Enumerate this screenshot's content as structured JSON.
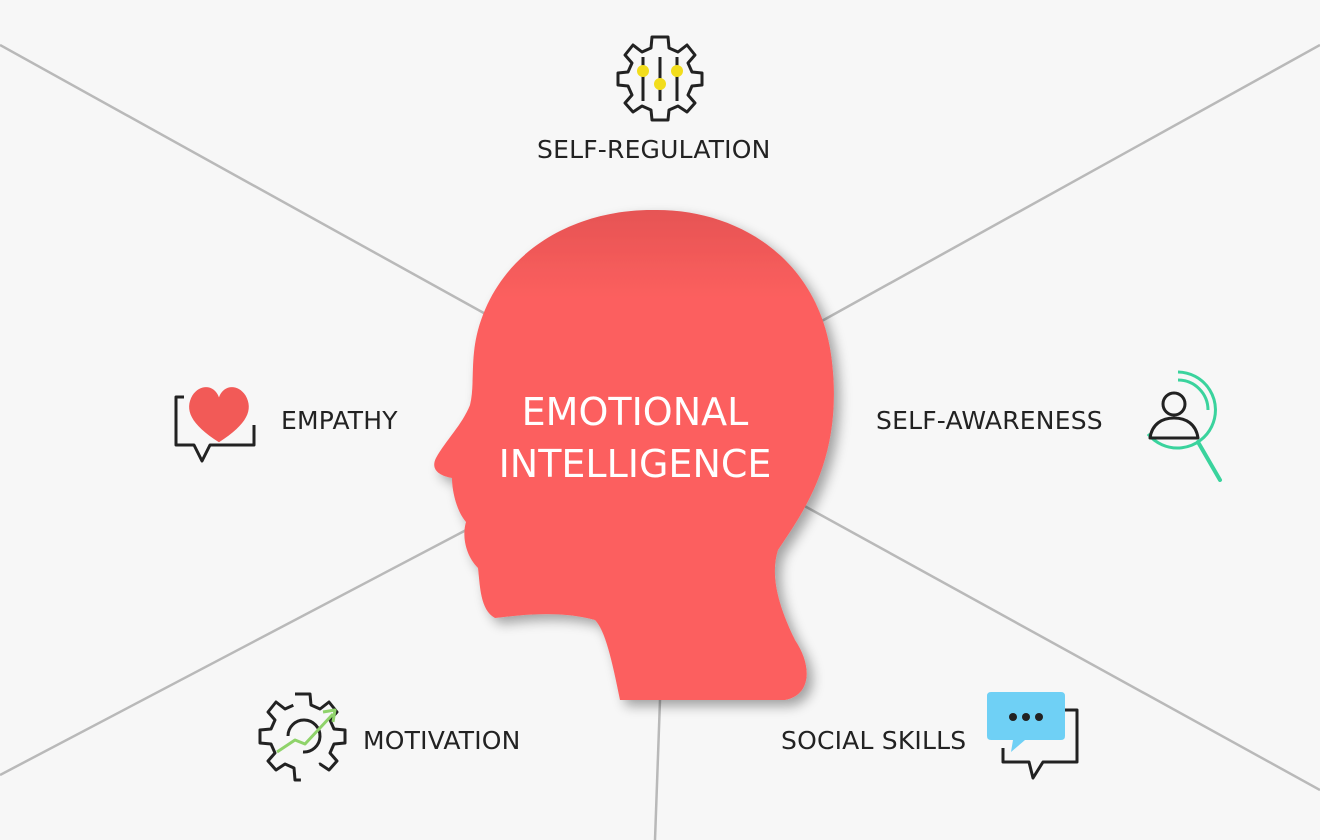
{
  "center": {
    "title_line1": "EMOTIONAL",
    "title_line2": "INTELLIGENCE"
  },
  "items": {
    "self_regulation": "SELF-REGULATION",
    "self_awareness": "SELF-AWARENESS",
    "empathy": "EMPATHY",
    "motivation": "MOTIVATION",
    "social_skills": "SOCIAL SKILLS"
  },
  "icons": {
    "self_regulation": "gear-sliders-icon",
    "self_awareness": "person-magnifier-icon",
    "empathy": "heart-bubble-icon",
    "motivation": "gear-growth-arrow-icon",
    "social_skills": "chat-bubbles-icon"
  },
  "colors": {
    "head": "#fc5f5e",
    "center_text": "#ffffff",
    "label_text": "#222222",
    "self_regulation_accent": "#f2dd1c",
    "self_awareness_accent": "#3ad39d",
    "empathy_accent": "#f25a57",
    "motivation_accent": "#8fd36a",
    "social_skills_accent": "#6fd0f5"
  }
}
